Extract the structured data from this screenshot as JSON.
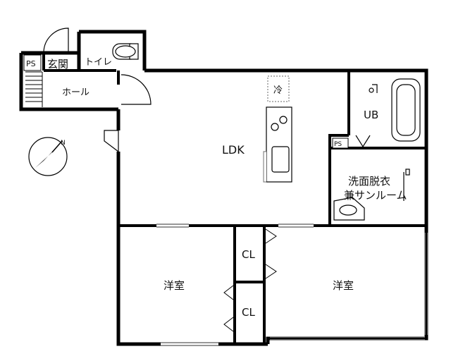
{
  "rooms": {
    "ps_entry": "PS",
    "genkan": "玄関",
    "toilet": "トイレ",
    "hall": "ホール",
    "ldk": "LDK",
    "fridge": "冷",
    "ub": "UB",
    "ps_kitchen": "PS",
    "washroom_line1": "洗面脱衣",
    "washroom_line2": "兼サンルーム",
    "cl_upper": "CL",
    "cl_lower": "CL",
    "western_left": "洋室",
    "western_right": "洋室"
  },
  "icons": {
    "compass": "north-arrow-icon"
  },
  "colors": {
    "wall": "#000000",
    "background": "#ffffff",
    "window": "#888888"
  }
}
